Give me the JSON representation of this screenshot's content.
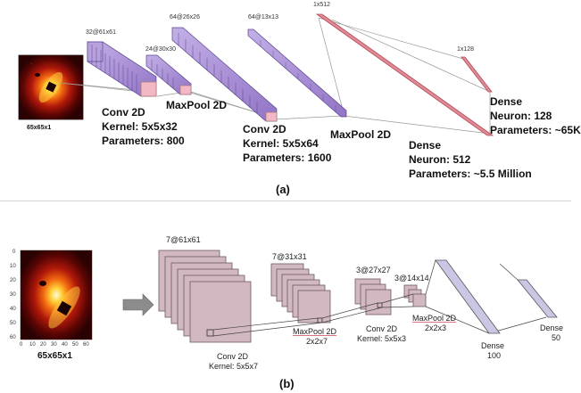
{
  "panel_a": {
    "caption": "(a)",
    "input_image_label": "65x65x1",
    "conv1": {
      "dims": "32@61x61",
      "title": "Conv 2D",
      "kernel": "Kernel: 5x5x32",
      "params": "Parameters: 800"
    },
    "pool1": {
      "dims": "24@30x30",
      "title": "MaxPool 2D"
    },
    "conv2": {
      "dims": "64@26x26",
      "title": "Conv 2D",
      "kernel": "Kernel: 5x5x64",
      "params": "Parameters: 1600"
    },
    "pool2": {
      "dims": "64@13x13",
      "title": "MaxPool 2D"
    },
    "dense1": {
      "dims": "1x512",
      "title": "Dense",
      "neurons": "Neuron: 512",
      "params": "Parameters: ~5.5 Million"
    },
    "dense2": {
      "dims": "1x128",
      "title": "Dense",
      "neurons": "Neuron: 128",
      "params": "Parameters: ~65K"
    }
  },
  "panel_b": {
    "caption": "(b)",
    "input_image_label": "65x65x1",
    "y_ticks": [
      "0",
      "10",
      "20",
      "30",
      "40",
      "50",
      "60"
    ],
    "x_ticks": [
      "0",
      "10",
      "20",
      "30",
      "40",
      "50",
      "60"
    ],
    "conv1": {
      "dims": "7@61x61",
      "title": "Conv 2D",
      "kernel": "Kernel: 5x5x7"
    },
    "pool1": {
      "dims": "7@31x31",
      "title": "MaxPool 2D",
      "size": "2x2x7"
    },
    "conv2": {
      "dims": "3@27x27",
      "title": "Conv 2D",
      "kernel": "Kernel: 5x5x3"
    },
    "pool2": {
      "dims": "3@14x14",
      "title": "MaxPool 2D",
      "size": "2x2x3"
    },
    "dense1": {
      "title": "Dense",
      "size": "100"
    },
    "dense2": {
      "title": "Dense",
      "size": "50"
    }
  },
  "colors": {
    "layer_purple": "#a98fd0",
    "layer_edge": "#5a4590",
    "highlight_pink": "#f2b8c4",
    "dense_red": "#d9727e",
    "box_mauve": "#d2b8c0",
    "box_edge": "#6f5a62",
    "dense_b": "#c9c7e4"
  }
}
